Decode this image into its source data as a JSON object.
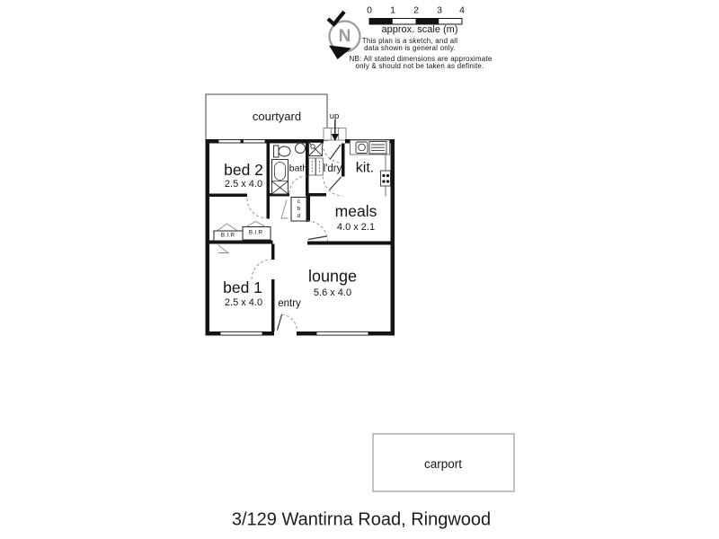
{
  "scale_widget": {
    "ticks": [
      "0",
      "1",
      "2",
      "3",
      "4"
    ],
    "caption": "approx. scale (m)",
    "note_line1": "This plan is a sketch, and all",
    "note_line2": "data shown is general only.",
    "nb_line1": "NB: All stated dimensions are approximate",
    "nb_line2": "only & should not be taken as definite."
  },
  "compass": {
    "letter": "N"
  },
  "plan": {
    "courtyard_label": "courtyard",
    "up_label": "up",
    "rooms": {
      "bed2": {
        "label": "bed 2",
        "dims": "2.5 x 4.0"
      },
      "bath": {
        "label": "bath"
      },
      "laundry": {
        "label": "l'dry"
      },
      "kitchen": {
        "label": "kit."
      },
      "meals": {
        "label": "meals",
        "dims": "4.0 x 2.1"
      },
      "lounge": {
        "label": "lounge",
        "dims": "5.6 x 4.0"
      },
      "bed1": {
        "label": "bed 1",
        "dims": "2.5 x 4.0"
      },
      "entry": {
        "label": "entry"
      }
    },
    "robe1_label": "B.I.R",
    "robe2_label": "B.I.R",
    "cupboard_label": "c\nb\nd",
    "icons": [
      "north-compass",
      "scale-bar",
      "stairs-up-arrow",
      "toilet",
      "basin",
      "bathtub-shower",
      "laundry-trough",
      "kitchen-sink",
      "cooktop",
      "door-swing-arc",
      "window",
      "wardrobe-door-chevron"
    ]
  },
  "carport": {
    "label": "carport"
  },
  "title": "3/129 Wantirna Road, Ringwood"
}
